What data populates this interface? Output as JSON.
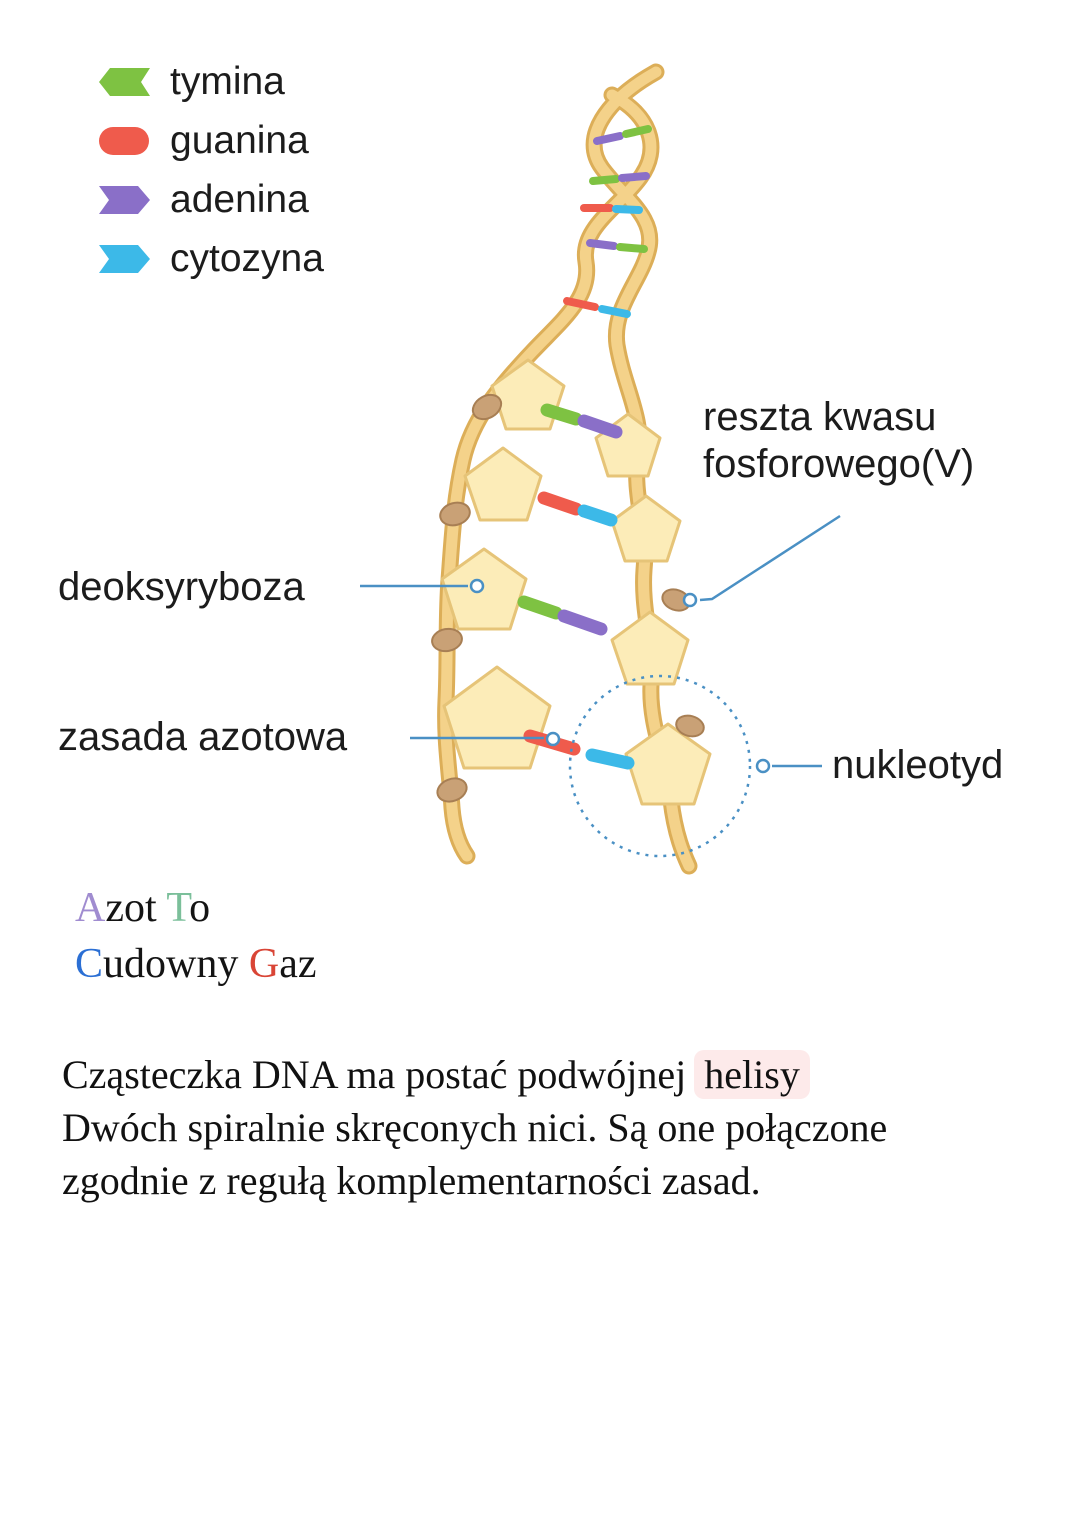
{
  "legend": {
    "items": [
      {
        "label": "tymina",
        "color": "#7ec242"
      },
      {
        "label": "guanina",
        "color": "#ef5b4c"
      },
      {
        "label": "adenina",
        "color": "#8a6fc8"
      },
      {
        "label": "cytozyna",
        "color": "#3cb9e8"
      }
    ]
  },
  "diagram": {
    "labels": {
      "phosphate": "reszta kwasu fosforowego(V)",
      "deoxyribose": "deoksyryboza",
      "nitrogenous_base": "zasada azotowa",
      "nucleotide": "nukleotyd"
    },
    "colors": {
      "strand": "#f4d28a",
      "strand_edge": "#dcae58",
      "sugar_fill": "#fcecb8",
      "sugar_edge": "#e6c478",
      "phosphate_node": "#c9a176",
      "leader_line": "#4a90c4"
    }
  },
  "mnemonic": {
    "line1": {
      "p0": "A",
      "p1": "zot ",
      "p2": "T",
      "p3": "o"
    },
    "line2": {
      "p0": "C",
      "p1": "udowny ",
      "p2": "G",
      "p3": "az"
    },
    "letter_colors": {
      "A": "#a08cd0",
      "T": "#7bbf9a",
      "C": "#2b6fd4",
      "G": "#d94536"
    }
  },
  "paragraph": {
    "before": "Cząsteczka DNA ma postać podwójnej ",
    "highlight": "helisy",
    "after": "Dwóch spiralnie skręconych nici. Są one połączone zgodnie z regułą komplementarności zasad.",
    "highlight_color": "#fdeaea"
  }
}
